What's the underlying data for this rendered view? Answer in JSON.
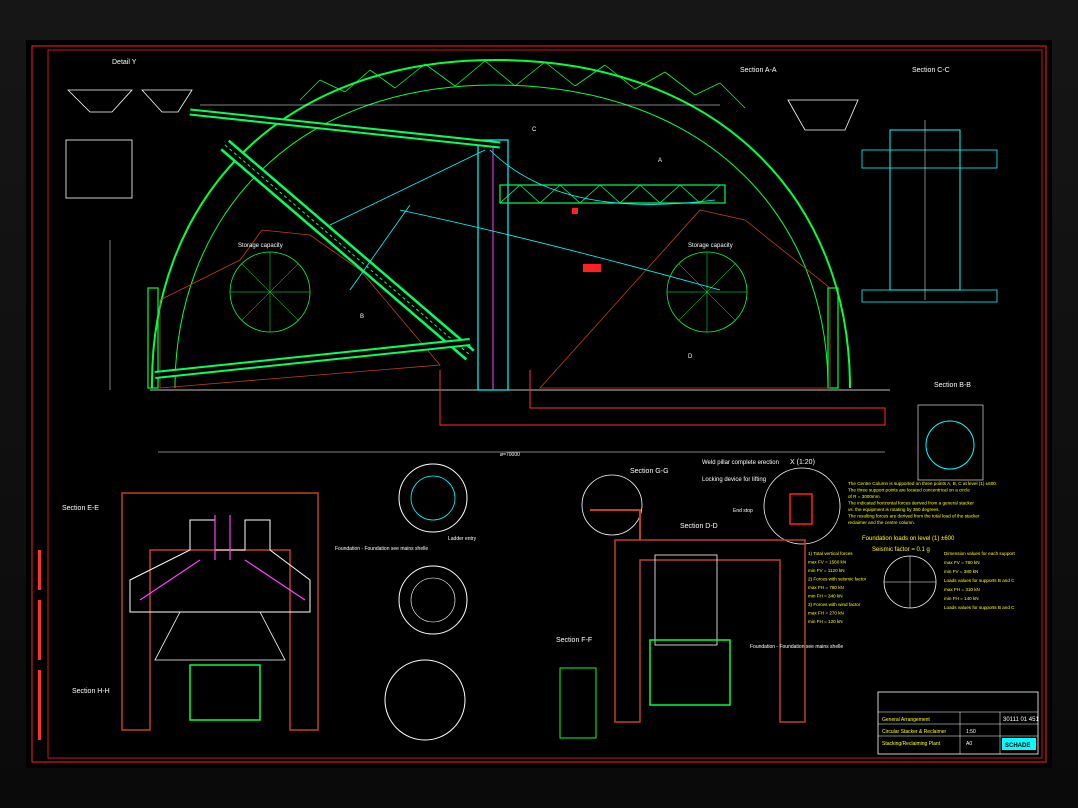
{
  "colors": {
    "sheet": "#000000",
    "border": "#ff2020",
    "structure": "#00ff40",
    "conveyor": "#00ff60",
    "dimension": "#ffffff",
    "annotation": "#ffff00",
    "section": "#00ffff",
    "hatch": "#c04020",
    "magenta": "#ff40ff"
  },
  "views": {
    "detail_y": "Detail Y",
    "section_aa": "Section A-A",
    "section_cc": "Section C-C",
    "section_bb": "Section B-B",
    "section_gg": "Section G-G",
    "section_dd": "Section D-D",
    "section_ee": "Section E-E",
    "section_ff": "Section F-F",
    "section_hh": "Section H-H"
  },
  "labels": {
    "storage_left": "Storage capacity",
    "storage_right": "Storage capacity",
    "weld_note": "Weld pillar complete erection",
    "weld_note2": "Locking device for lifting",
    "detail_x": "X (1:20)",
    "end_stop": "End stop",
    "ladder_entry": "Ladder entry",
    "foundation_left": "Foundation - Foundation see mains shelle",
    "foundation_right": "Foundation - Foundation see mains shelle",
    "foundation_loads": "Foundation loads on level (1) ±600",
    "seismic": "Seismic factor = 0.1 g",
    "dim_bottom": "ø=70000",
    "mark_a": "A",
    "mark_b": "B",
    "mark_c": "C",
    "mark_d": "D"
  },
  "notes_block": [
    "The Centre Column is supported on three points A, B, C at level (1) ±600.",
    "The three support points are located concentrical on a circle",
    "of R = 3000mm.",
    "The indicated horizontal forces derived from a general stacker",
    "vs. the equipment is rotating by 360 degrees.",
    "The resulting forces are derived from the total load of the stacker",
    "reclaimer and the centre column."
  ],
  "loads_left": [
    "1) Total vertical forces",
    "max FV = 1560 kN",
    "min FV = 1120 kN",
    "2) Forces with seismic factor",
    "max FH = 780 kN",
    "min FH = 340 kN",
    "3) Forces with wind factor",
    "max FH = 270 kN",
    "min FH = 120 kN"
  ],
  "loads_right": [
    "Dimension values for each support",
    "max FV = 760 kN",
    "min FV = 380 kN",
    "Loads values for supports B and C",
    "max FH = 310 kN",
    "min FH = 140 kN",
    "Loads values for supports B and C"
  ],
  "title_block": {
    "company": "SCHADE",
    "drawing_title": "General Arrangement",
    "subtitle": "Circular Stacker & Reclaimer",
    "drawing_number": "30111 01 451",
    "scale": "1:50",
    "sheet": "A0",
    "plant": "Stacking/Reclaiming Plant"
  }
}
